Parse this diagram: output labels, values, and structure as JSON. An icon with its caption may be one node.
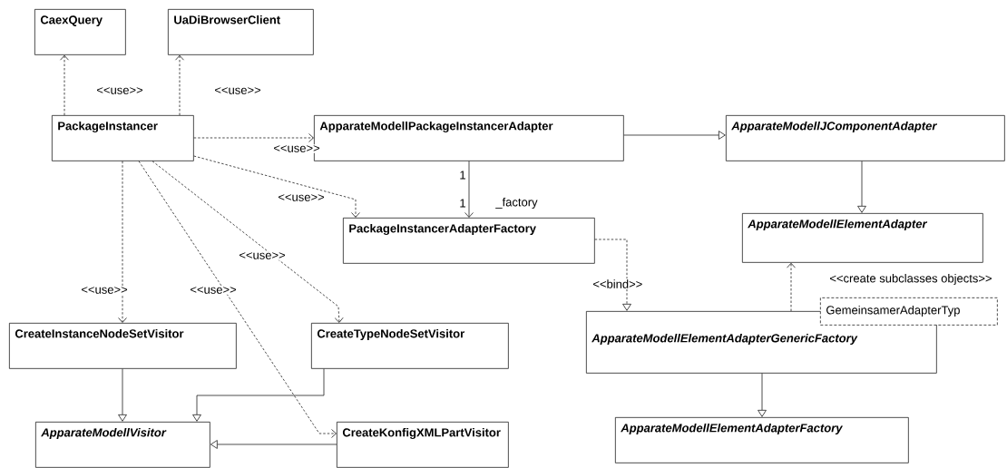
{
  "diagram": {
    "nodes": [
      {
        "text": [
          "CaexQuery"
        ]
      },
      {
        "text": [
          "UaDiBrowserClient"
        ]
      },
      {
        "text": [
          "PackageInstancer"
        ]
      },
      {
        "text": [
          "ApparateModellPackageInstancerAdapter"
        ]
      },
      {
        "text": [
          "ApparateModellJComponentAdapter"
        ]
      },
      {
        "text": [
          "PackageInstancerAdapterFactory"
        ]
      },
      {
        "text": [
          "ApparateModellElementAdapter"
        ]
      },
      {
        "text": [
          "CreateInstanceNodeSetVisitor"
        ]
      },
      {
        "text": [
          "CreateTypeNodeSetVisitor"
        ]
      },
      {
        "text": [
          "GemeinsamerAdapterTyp"
        ]
      },
      {
        "text": [
          "ApparateModellElementAdapterGenericFactory"
        ]
      },
      {
        "text": [
          "ApparateModellVisitor"
        ]
      },
      {
        "text": [
          "CreateKonfigXMLPartVisitor"
        ]
      },
      {
        "text": [
          "ApparateModellElementAdapterFactory"
        ]
      }
    ],
    "edges": [
      {
        "from": 2,
        "to": 0,
        "arrow": "to",
        "style": "dashed",
        "label": "<<use>>"
      },
      {
        "from": 2,
        "to": 1,
        "arrow": "to",
        "style": "dashed",
        "label": "<<use>>"
      },
      {
        "from": 2,
        "to": 3,
        "arrow": "to",
        "style": "dashed",
        "label": "<<use>>"
      },
      {
        "from": 2,
        "to": 5,
        "arrow": "to",
        "style": "dashed",
        "label": "<<use>>"
      },
      {
        "from": 2,
        "to": 7,
        "arrow": "to",
        "style": "dashed",
        "label": "<<use>>"
      },
      {
        "from": 2,
        "to": 8,
        "arrow": "to",
        "style": "dashed",
        "label": "<<use>>"
      },
      {
        "from": 2,
        "to": 12,
        "arrow": "to",
        "style": "dashed",
        "label": "<<use>>"
      },
      {
        "from": 3,
        "to": 4,
        "arrow": "to"
      },
      {
        "from": 3,
        "to": 5,
        "arrow": "to",
        "label": "_factory"
      },
      {
        "from": 4,
        "to": 6,
        "arrow": "to"
      },
      {
        "from": 5,
        "to": 10,
        "arrow": "to",
        "style": "dashed",
        "label": "<<bind>>"
      },
      {
        "from": 10,
        "to": 6,
        "arrow": "to",
        "style": "dashed",
        "label": "<<create subclasses objects>>"
      },
      {
        "from": 10,
        "to": 13,
        "arrow": "to"
      },
      {
        "from": 7,
        "to": 11,
        "arrow": "to"
      },
      {
        "from": 8,
        "to": 11,
        "arrow": "to"
      },
      {
        "from": 12,
        "to": 11,
        "arrow": "to"
      }
    ],
    "labels": [
      "1",
      "1"
    ]
  }
}
